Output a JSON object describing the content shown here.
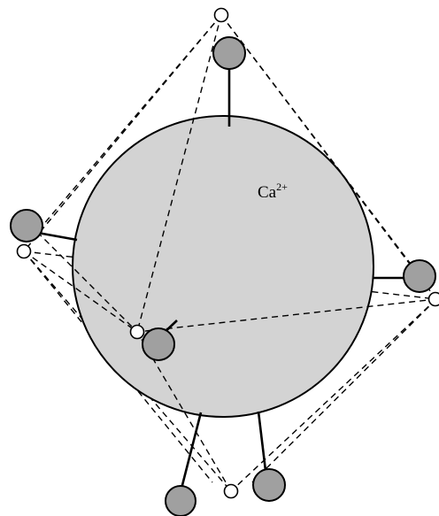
{
  "diagram": {
    "central_ion": {
      "label": "Ca",
      "charge": "2+",
      "fill": "#d3d3d3"
    },
    "colors": {
      "ligand_fill": "#a0a0a0",
      "vertex_fill": "#ffffff",
      "line": "#000000"
    },
    "counts": {
      "ligand_atoms": 6,
      "polyhedron_vertices": 6
    }
  }
}
